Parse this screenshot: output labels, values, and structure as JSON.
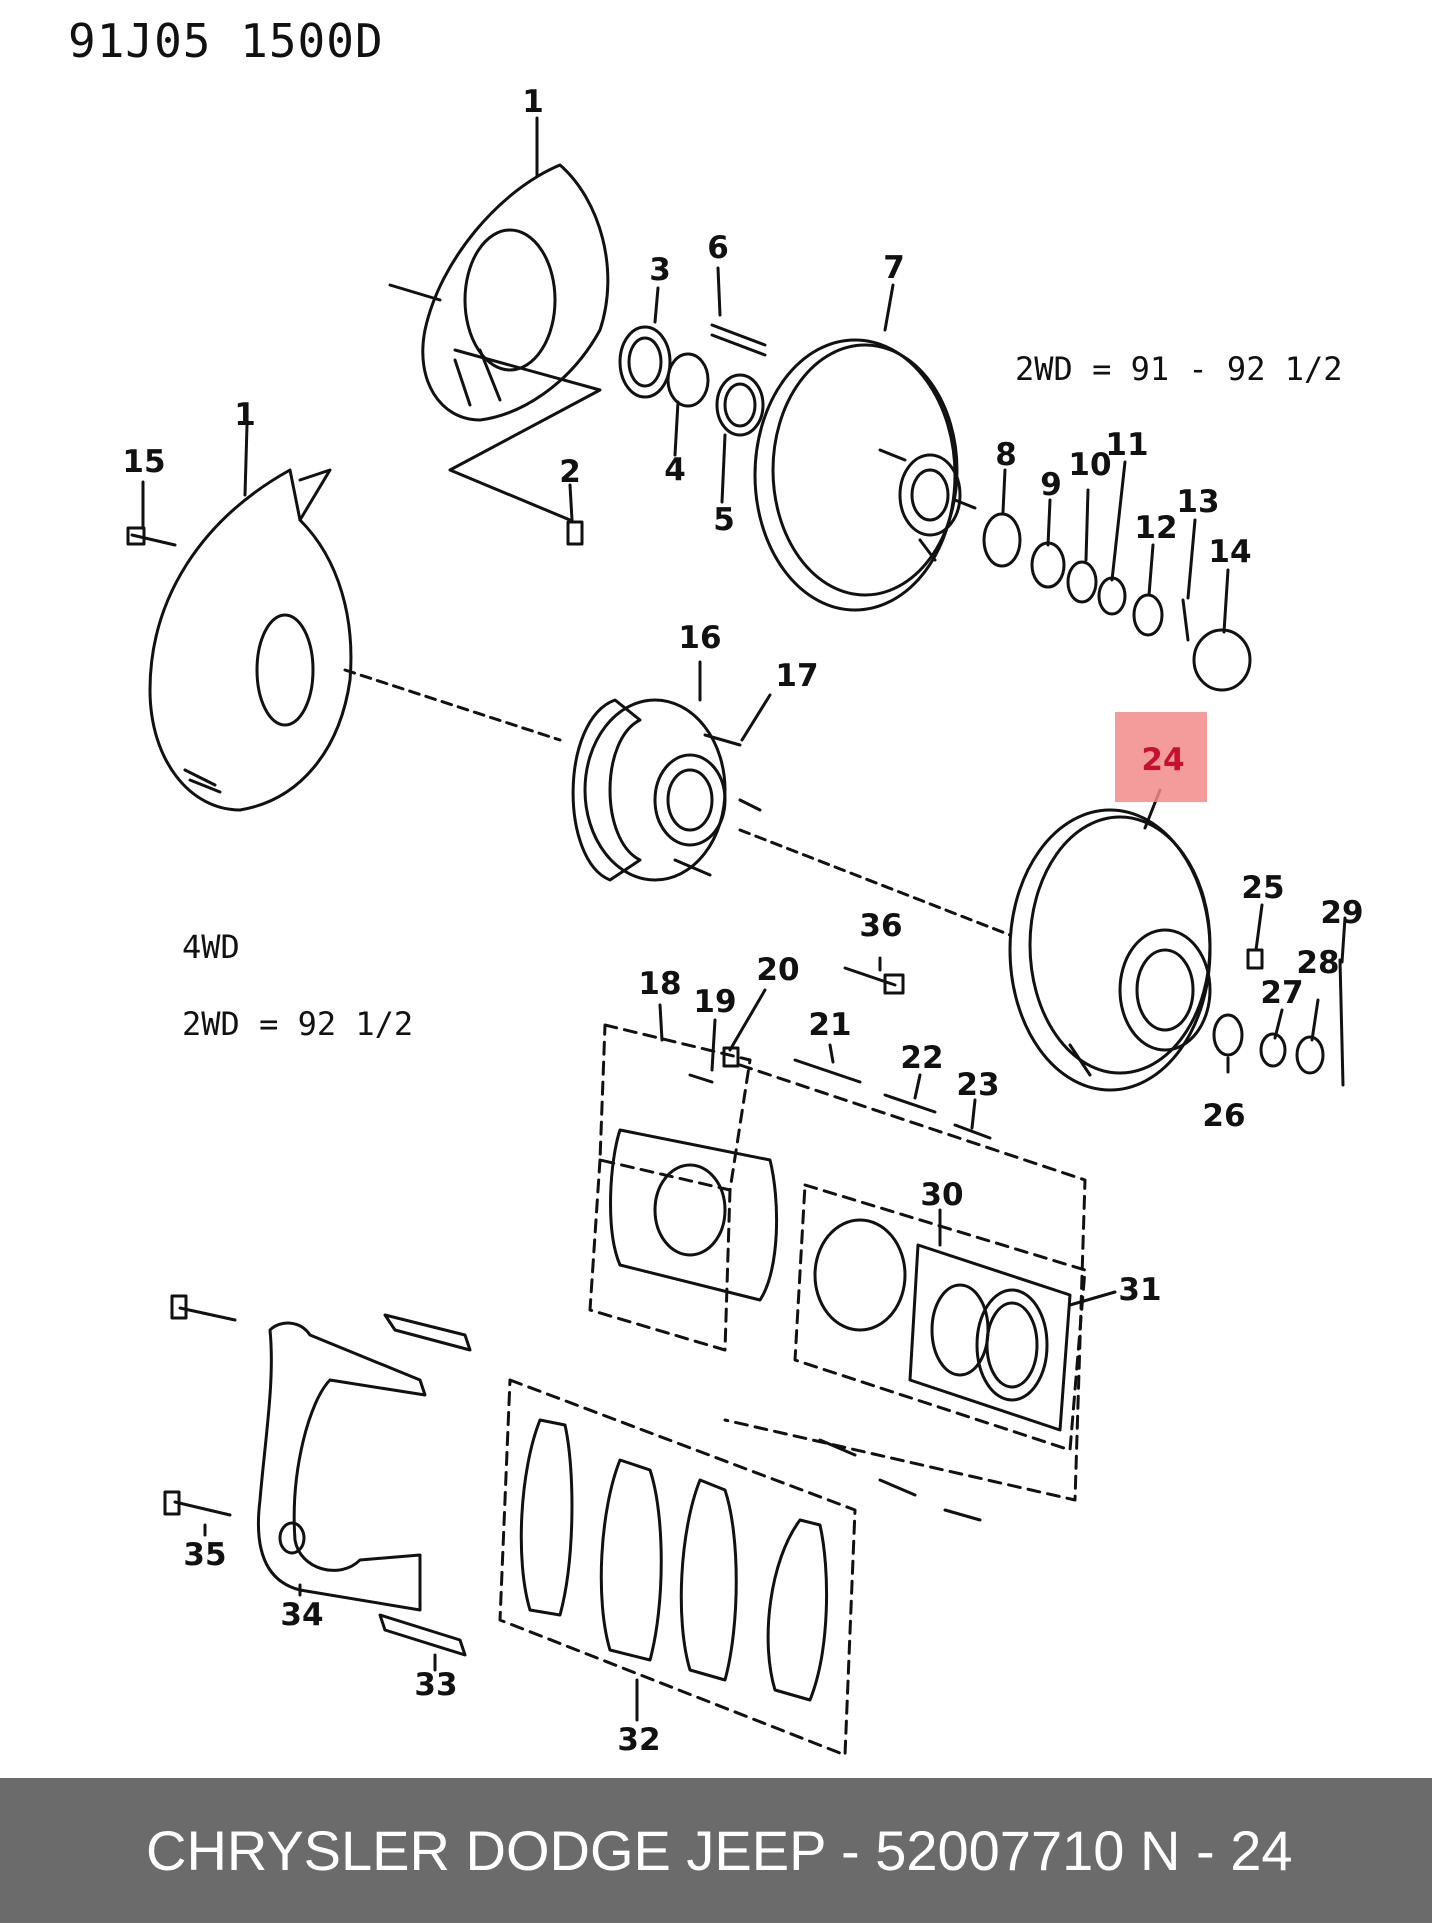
{
  "header": {
    "ref_code": "91J05  1500D"
  },
  "notes": {
    "top_right": "2WD = 91 - 92 1/2",
    "drive_4wd": "4WD",
    "bottom_left": "2WD = 92 1/2"
  },
  "callouts": {
    "c1a": "1",
    "c1b": "1",
    "c2": "2",
    "c3": "3",
    "c4": "4",
    "c5": "5",
    "c6": "6",
    "c7": "7",
    "c8": "8",
    "c9": "9",
    "c10": "10",
    "c11": "11",
    "c12": "12",
    "c13": "13",
    "c14": "14",
    "c15": "15",
    "c16": "16",
    "c17": "17",
    "c18": "18",
    "c19": "19",
    "c20": "20",
    "c21": "21",
    "c22": "22",
    "c23": "23",
    "c24": "24",
    "c25": "25",
    "c26": "26",
    "c27": "27",
    "c28": "28",
    "c29": "29",
    "c30": "30",
    "c31": "31",
    "c32": "32",
    "c33": "33",
    "c34": "34",
    "c35": "35",
    "c36": "36"
  },
  "highlight": {
    "color": "#f28b8b",
    "text_color": "#c8102e"
  },
  "footer": {
    "part_text": "CHRYSLER DODGE JEEP - 52007710",
    "page_ref": "N - 24",
    "background": "#6b6b6b"
  }
}
